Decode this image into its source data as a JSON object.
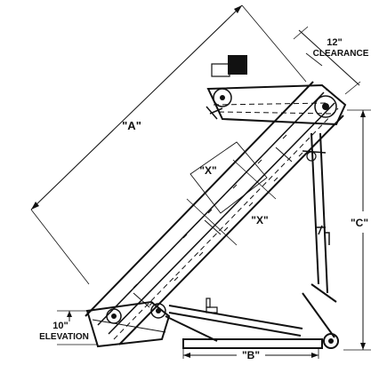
{
  "diagram": {
    "labels": {
      "dim_a": "\"A\"",
      "dim_b": "\"B\"",
      "dim_c": "\"C\"",
      "dim_x_upper": "\"X\"",
      "dim_x_lower": "\"X\"",
      "clearance_value": "12\"",
      "clearance_text": "CLEARANCE",
      "elevation_value": "10\"",
      "elevation_text": "ELEVATION"
    },
    "colors": {
      "ink": "#111111",
      "background": "#ffffff"
    }
  }
}
